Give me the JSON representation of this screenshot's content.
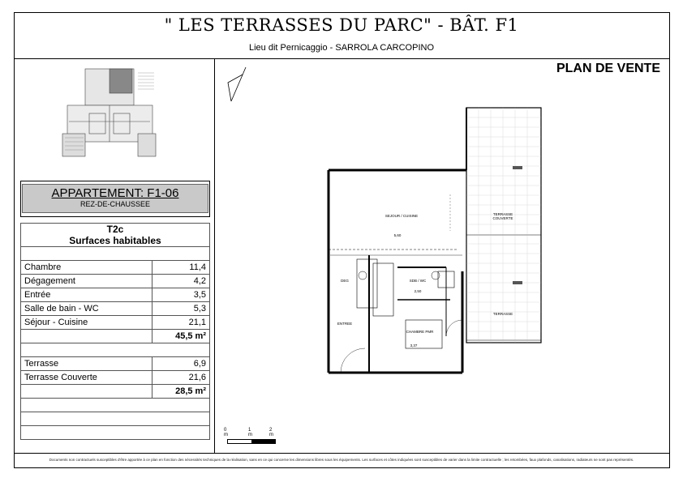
{
  "header": {
    "title": "\" LES TERRASSES DU PARC\"  -  BÂT.  F1",
    "subtitle": "Lieu dit Pernicaggio - SARROLA CARCOPINO",
    "plan_label": "PLAN DE VENTE"
  },
  "apartment": {
    "name": "APPARTEMENT: F1-06",
    "level": "REZ-DE-CHAUSSEE"
  },
  "surfaces": {
    "type": "T2c",
    "heading": "Surfaces habitables",
    "rooms": [
      {
        "name": "Chambre",
        "value": "11,4"
      },
      {
        "name": "Dégagement",
        "value": "4,2"
      },
      {
        "name": "Entrée",
        "value": "3,5"
      },
      {
        "name": "Salle de bain - WC",
        "value": "5,3"
      },
      {
        "name": "Séjour - Cuisine",
        "value": "21,1"
      }
    ],
    "rooms_total": "45,5 m²",
    "exterior": [
      {
        "name": "Terrasse",
        "value": "6,9"
      },
      {
        "name": "Terrasse Couverte",
        "value": "21,6"
      }
    ],
    "exterior_total": "28,5 m²"
  },
  "plan_labels": {
    "sejour": "SEJOUR / CUISINE",
    "terrasse_couverte": "TERRASSE COUVERTE",
    "terrasse": "TERRASSE",
    "sdb": "SDB / WC",
    "deg": "DEG",
    "entree": "ENTREE",
    "chambre": "CHAMBRE PMR",
    "dim_sejour": "5,60",
    "dim_sdb": "2,50",
    "dim_chambre": "3,37"
  },
  "scale": {
    "labels": [
      "0 m",
      "1 m",
      "2 m"
    ]
  },
  "footer": "Documents non contractuels susceptibles d'être apportée à ce plan en fonction des nécessités techniques de la réalisation, sans en ce qui concerne les dimensions libres sous les équipements. Les surfaces et côtes indiquées sont susceptibles de varier dans la limite contractuelle ; les retombées, faux plafonds, canalisations, radiateurs ne sont pas représentés.",
  "icons": [
    "north-arrow-icon",
    "key-plan-thumbnail"
  ]
}
